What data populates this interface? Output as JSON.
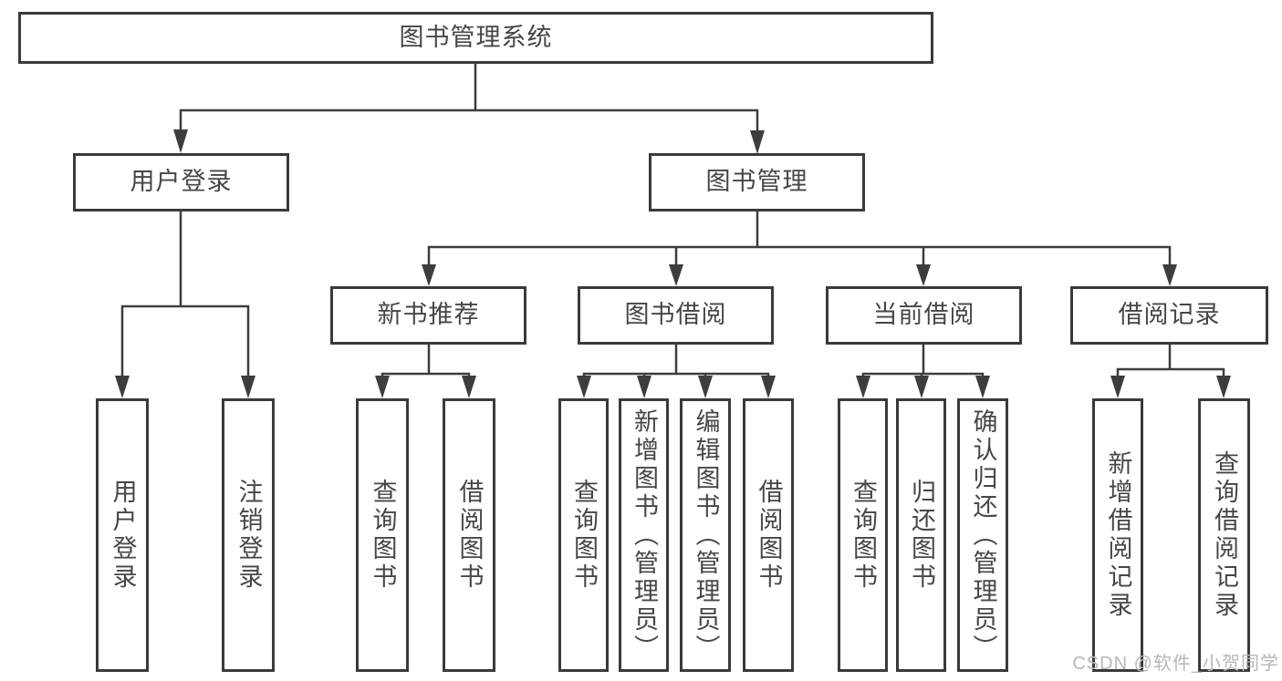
{
  "diagram": {
    "root": {
      "label": "图书管理系统"
    },
    "level2": {
      "user_login": {
        "label": "用户登录"
      },
      "book_mgmt": {
        "label": "图书管理"
      }
    },
    "level3": {
      "new_book_rec": {
        "label": "新书推荐"
      },
      "book_borrow": {
        "label": "图书借阅"
      },
      "current_borrow": {
        "label": "当前借阅"
      },
      "borrow_record": {
        "label": "借阅记录"
      }
    },
    "leaves": {
      "login": {
        "label": "用户登录"
      },
      "logout": {
        "label": "注销登录"
      },
      "rec_query": {
        "label": "查询图书"
      },
      "rec_borrow": {
        "label": "借阅图书"
      },
      "bb_query": {
        "label": "查询图书"
      },
      "bb_add": {
        "label": "新增图书（管理员）"
      },
      "bb_edit": {
        "label": "编辑图书（管理员）"
      },
      "bb_borrow": {
        "label": "借阅图书"
      },
      "cb_query": {
        "label": "查询图书"
      },
      "cb_return": {
        "label": "归还图书"
      },
      "cb_confirm": {
        "label": "确认归还（管理员）"
      },
      "br_add": {
        "label": "新增借阅记录"
      },
      "br_query": {
        "label": "查询借阅记录"
      }
    }
  },
  "watermark": "CSDN @软件_小贺同学",
  "colors": {
    "line": "#3d3d3d",
    "box_border": "#3a3a3a",
    "text": "#464646",
    "watermark": "#b7b7b7",
    "background": "#ffffff"
  }
}
